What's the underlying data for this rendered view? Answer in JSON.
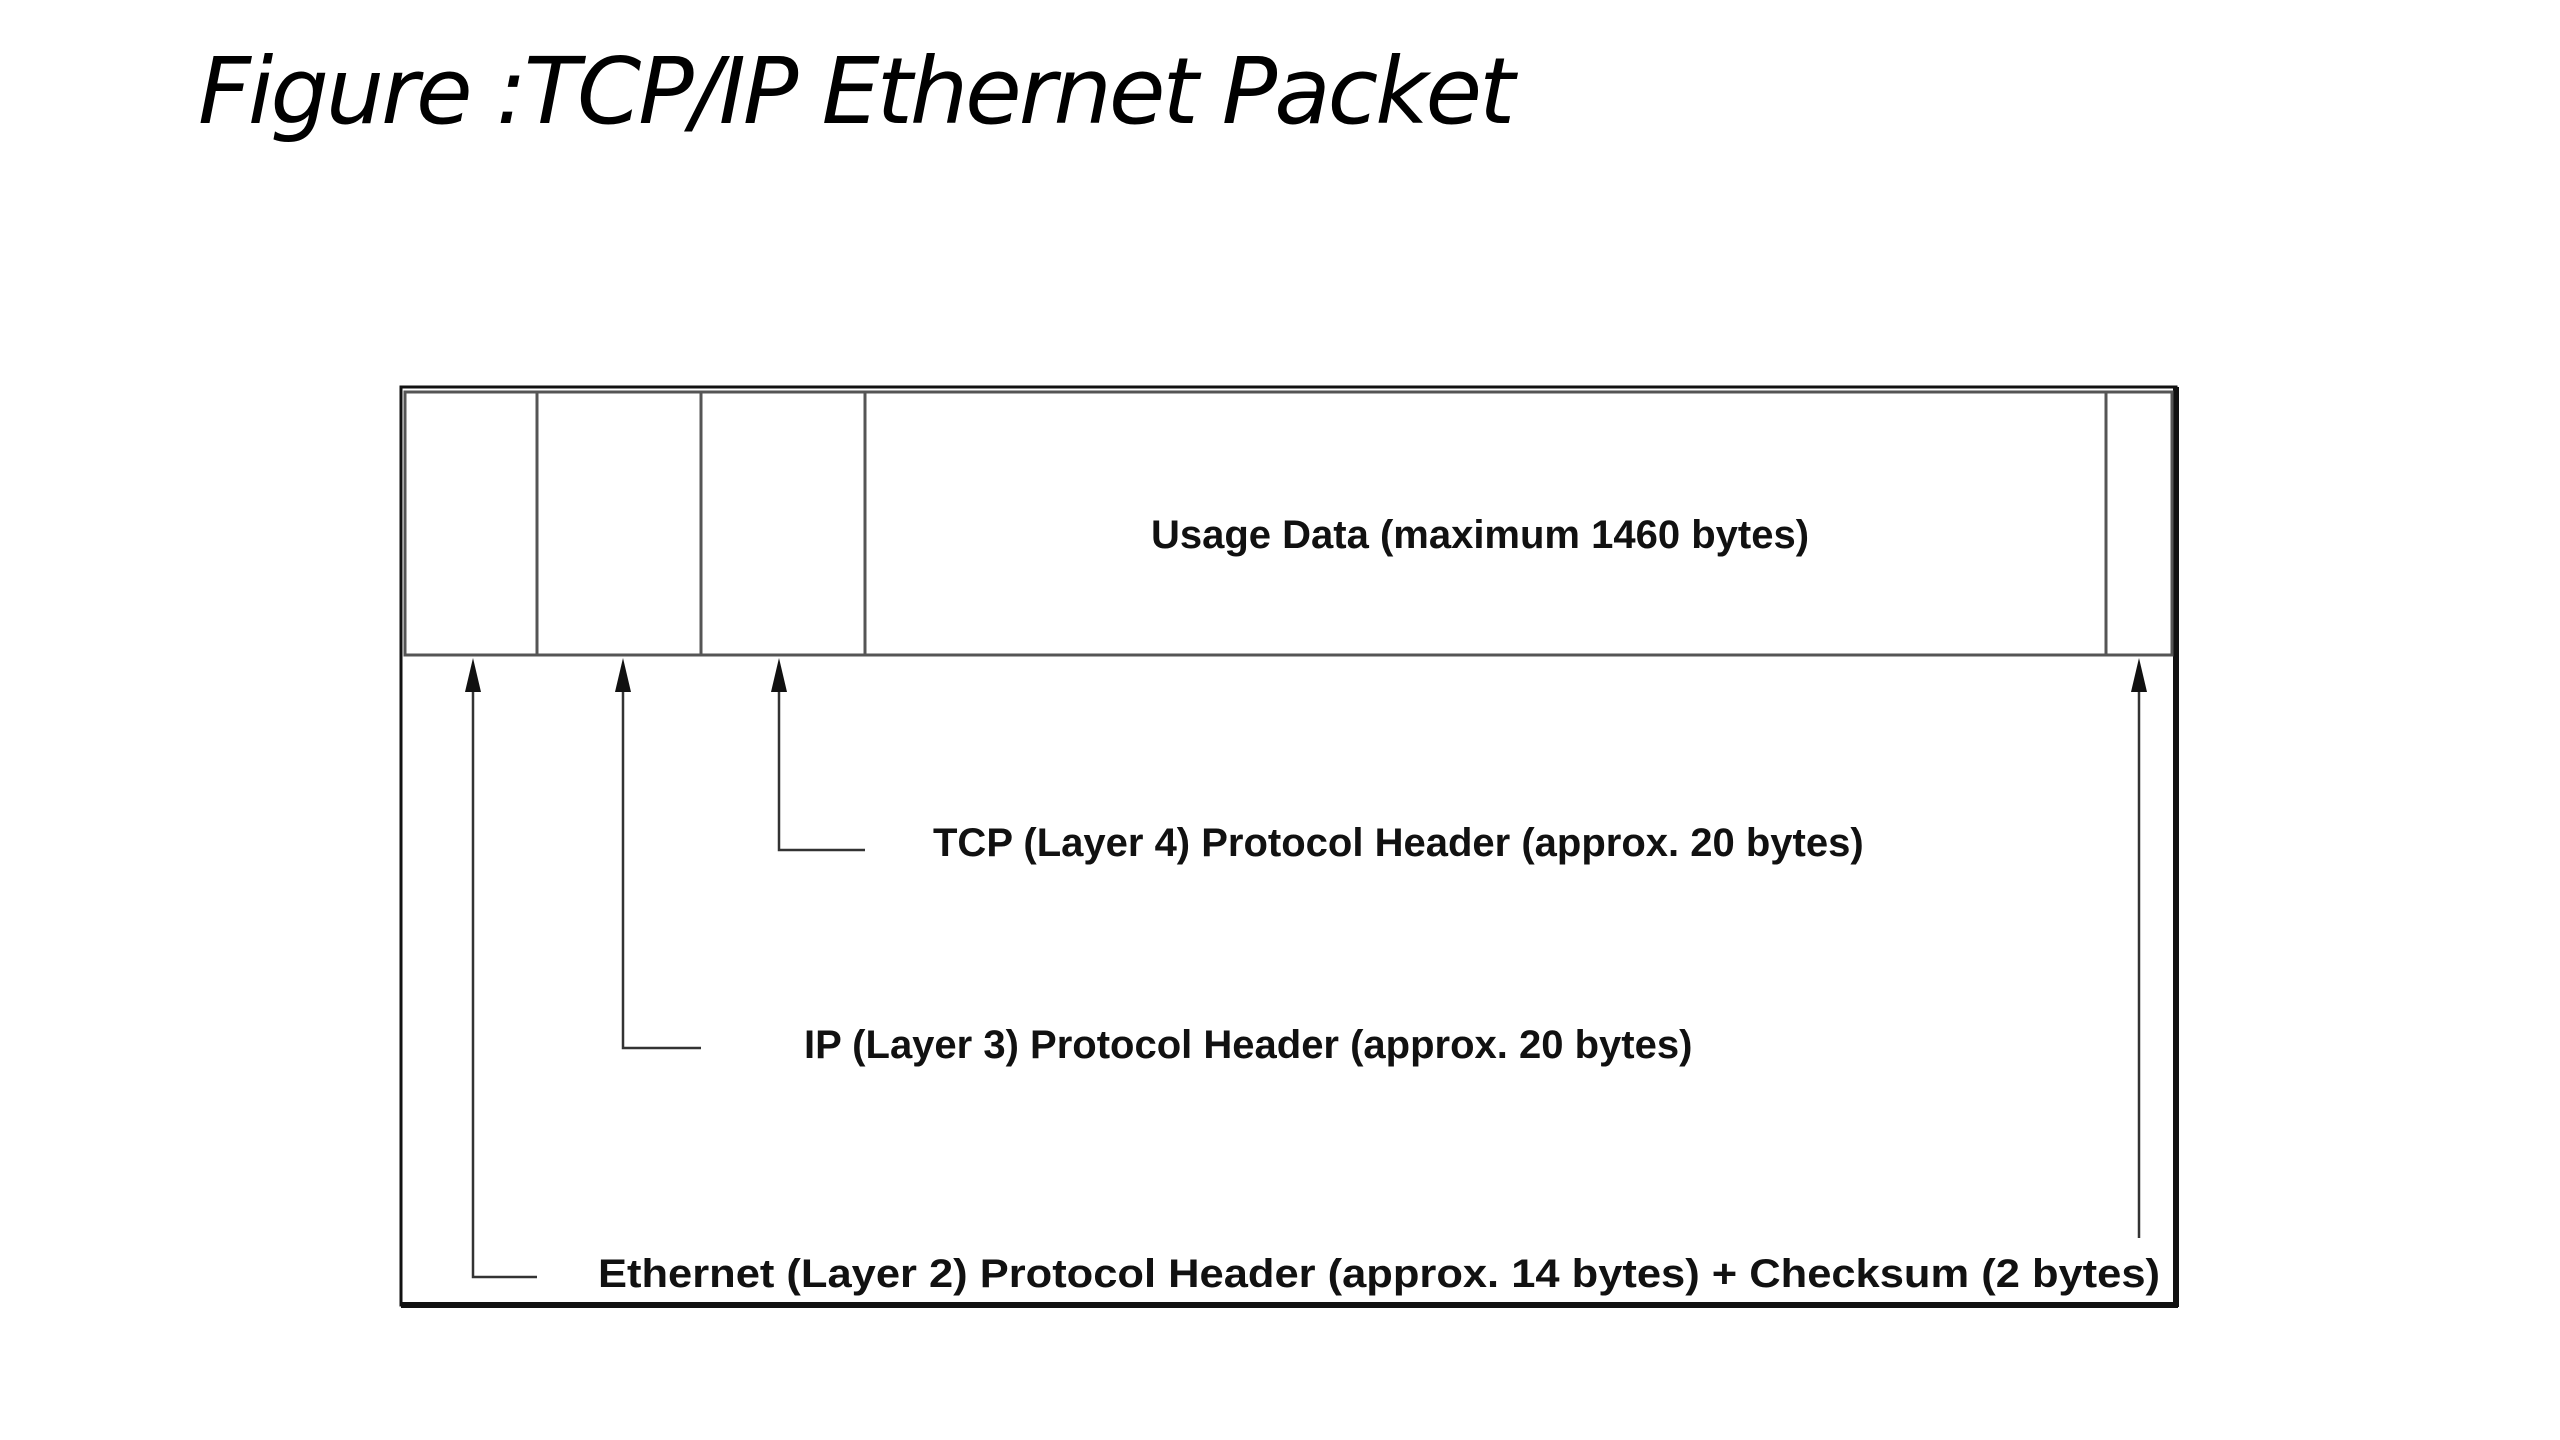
{
  "title": "Figure :TCP/IP Ethernet Packet",
  "packet": {
    "data_label": "Usage Data (maximum 1460 bytes)"
  },
  "labels": {
    "tcp": "TCP (Layer 4) Protocol Header (approx. 20 bytes)",
    "ip": "IP (Layer 3) Protocol Header (approx. 20 bytes)",
    "ethernet": "Ethernet (Layer 2) Protocol Header (approx. 14 bytes) + Checksum (2 bytes)"
  }
}
